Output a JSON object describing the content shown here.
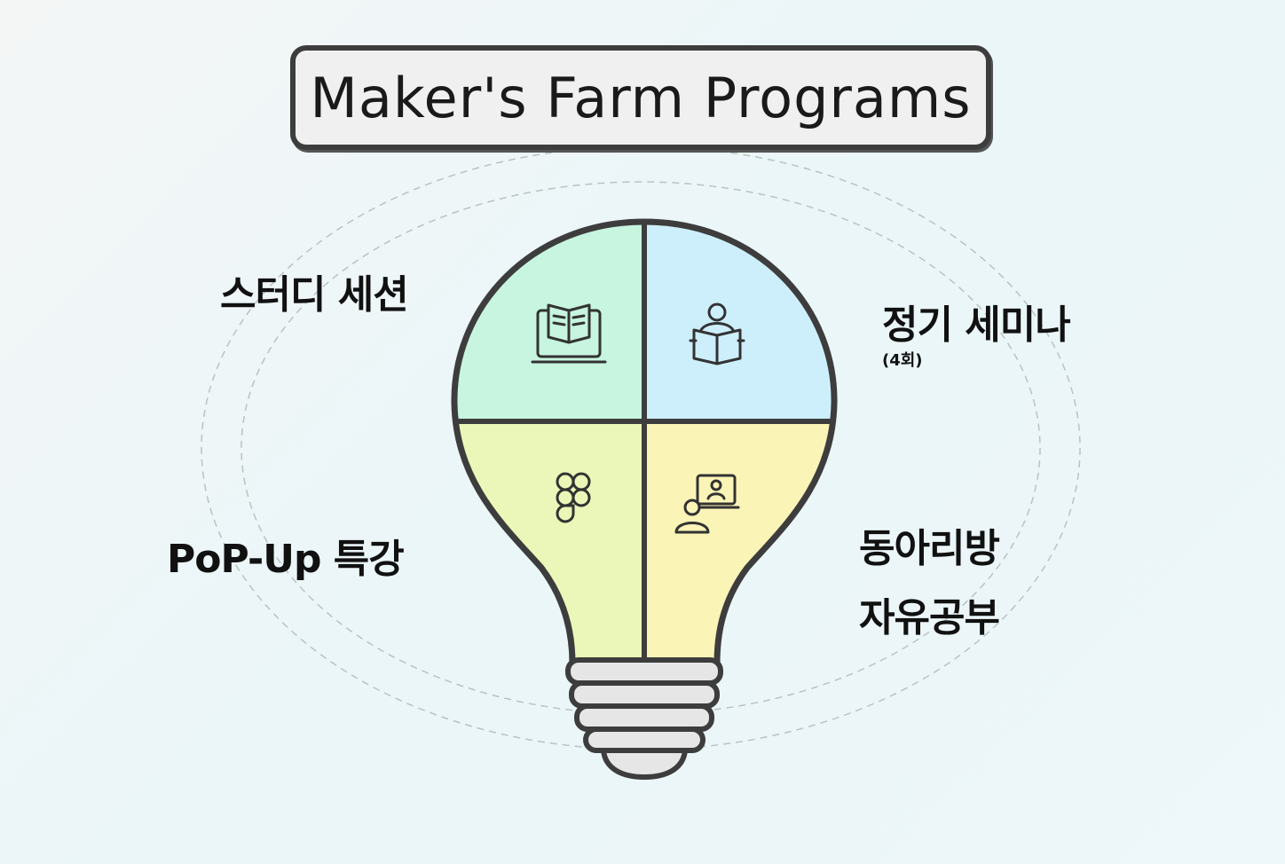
{
  "title": "Maker's Farm Programs",
  "quadrants": [
    {
      "label": "스터디 세션",
      "icon": "book-laptop-icon",
      "fill": "#c7f5df"
    },
    {
      "label": "정기 세미나",
      "sublabel": "(4회)",
      "icon": "reader-icon",
      "fill": "#cdeffc"
    },
    {
      "label": "PoP-Up 특강",
      "icon": "figma-icon",
      "fill": "#eaf7b8"
    },
    {
      "label_lines": [
        "동아리방",
        "자유공부"
      ],
      "icon": "online-class-icon",
      "fill": "#fbf4b7"
    }
  ],
  "colors": {
    "outline": "#3d3d3d",
    "dashed": "#b9c3c3",
    "text": "#111111"
  }
}
